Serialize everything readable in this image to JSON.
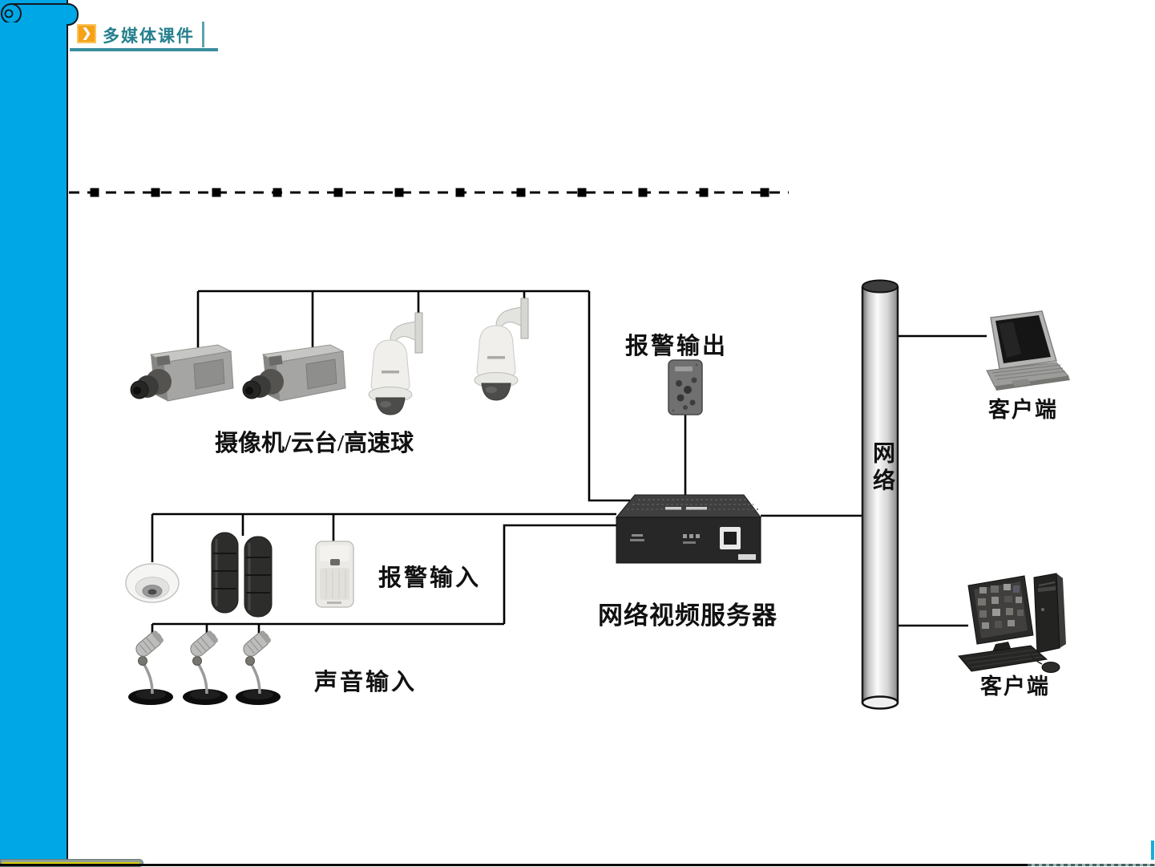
{
  "header": {
    "title": "多媒体课件",
    "title_color": "#26808E",
    "icon": "chevron-right-icon",
    "icon_glyph": "❯",
    "icon_color": "#F6A118"
  },
  "sidebar": {
    "color": "#00A7E7",
    "style": "scroll-banner"
  },
  "diagram": {
    "labels": {
      "cameras": "摄像机/云台/高速球",
      "alarm_output": "报警输出",
      "server": "网络视频服务器",
      "alarm_input": "报警输入",
      "audio_input": "声音输入",
      "network": "网络",
      "client_top": "客户端",
      "client_bottom": "客户端"
    },
    "nodes": [
      "box-camera",
      "box-camera",
      "dome-camera",
      "dome-camera",
      "alarm-output-device",
      "network-video-server",
      "smoke-detector",
      "ir-sensor",
      "ir-sensor",
      "pir-sensor",
      "microphone",
      "microphone",
      "microphone",
      "network-cylinder",
      "laptop-client",
      "desktop-client"
    ],
    "line_color": "#000000"
  },
  "footer": {
    "bar_color": "#90A098",
    "stripe_color": "#D8CC08",
    "line_color": "#0a0a0a",
    "tick_color": "#18AEDC"
  }
}
